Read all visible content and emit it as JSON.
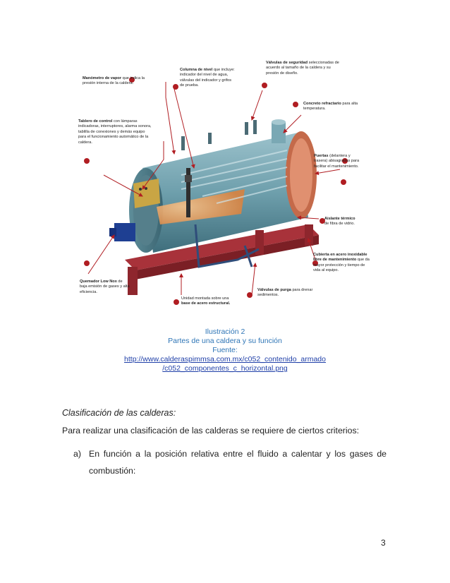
{
  "figure": {
    "labels": {
      "manometro_title": "Manómetro de vapor",
      "manometro_rest": "que indica la",
      "manometro_line2": "presión interna de la caldera.",
      "columna_title": "Columna de nivel",
      "columna_rest": "que incluye:",
      "columna_line2": "indicador del nivel de agua,",
      "columna_line3": "válvulas del indicador y grifos",
      "columna_line4": "de prueba.",
      "valvulas_seg_title": "Válvulas de seguridad",
      "valvulas_seg_rest": "seleccionadas de",
      "valvulas_seg_line2": "acuerdo al tamaño de la caldera y su",
      "valvulas_seg_line3": "presión de diseño.",
      "concreto_title": "Concreto refractario",
      "concreto_rest": "para alta",
      "concreto_line2": "temperatura.",
      "tablero_title": "Tablero de control",
      "tablero_rest": "con lámparas",
      "tablero_line2": "indicadoras, interruptores, alarma sonora,",
      "tablero_line3": "tablilla de conexiones y demás equipo",
      "tablero_line4": "para el funcionamiento automático de la",
      "tablero_line5": "caldera.",
      "puertas_title": "Puertas",
      "puertas_rest": "(delantera y",
      "puertas_line2": "trasera) abisagradas para",
      "puertas_line3": "facilitar el mantenimiento.",
      "aislante_title": "Aislante térmico",
      "aislante_line2": "de fibra de vidrio.",
      "cubierta_title": "Cubierta en acero inoxidable",
      "cubierta_title2": "libre de mantenimiento",
      "cubierta_rest": "que da",
      "cubierta_line3": "mayor protección y tiempo de",
      "cubierta_line4": "vida al equipo.",
      "quemador_title": "Quemador Low Nox",
      "quemador_rest": "de",
      "quemador_line2": "baja emisión de gases y alta",
      "quemador_line3": "eficiencia.",
      "valvulas_purga_title": "Válvulas de purga",
      "valvulas_purga_rest": "para drenar",
      "valvulas_purga_line2": "sedimentos.",
      "unidad_line1": "Unidad montada sobre una",
      "unidad_line2": "base de acero estructural."
    }
  },
  "caption": {
    "line1": "Ilustración 2",
    "line2": "Partes de una caldera y su función",
    "line3": "Fuente:",
    "link1": "http://www.calderaspimmsa.com.mx/c052_contenido_armado",
    "link2": "/c052_componentes_c_horizontal.png"
  },
  "body": {
    "section_title": "Clasificación de las calderas:",
    "paragraph": "Para realizar una clasificación de las calderas se requiere de ciertos criterios:",
    "item_marker": "a)",
    "item_line1": "En función a la posición relativa entre el fluido a calentar y los gases de",
    "item_line2": "combustión:"
  },
  "page_number": "3",
  "colors": {
    "caption_blue": "#2e75b6",
    "link_blue": "#1f3fa8",
    "callout_red": "#b01d22",
    "boiler_teal": "#6fa3b0",
    "frame_red": "#a8323a"
  }
}
